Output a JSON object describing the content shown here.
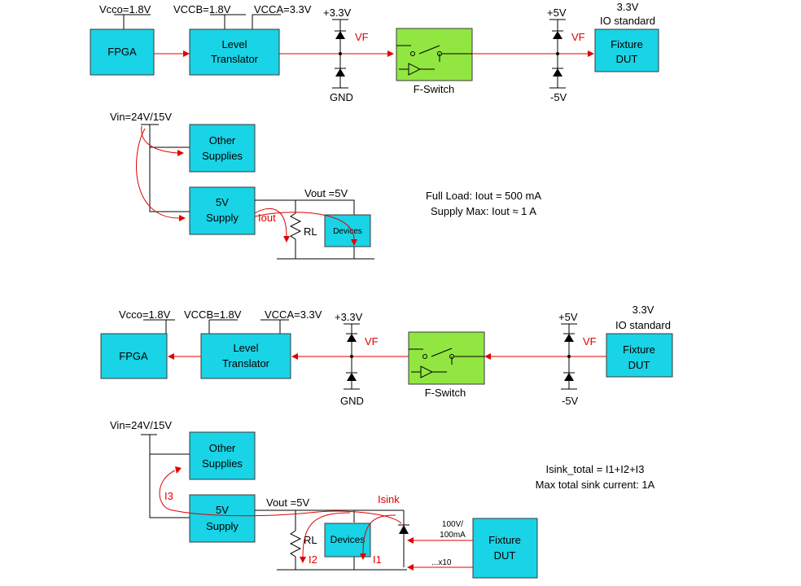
{
  "top": {
    "vcco": "Vcco=1.8V",
    "vccb": "VCCB=1.8V",
    "vcca": "VCCA=3.3V",
    "fpga": "FPGA",
    "level1": "Level",
    "level2": "Translator",
    "p33": "+3.3V",
    "gnd": "GND",
    "vf": "VF",
    "fswitch": "F-Switch",
    "p5": "+5V",
    "m5": "-5V",
    "io1": "3.3V",
    "io2": "IO standard",
    "dut1": "Fixture",
    "dut2": "DUT"
  },
  "supply_top": {
    "vin": "Vin=24V/15V",
    "other1": "Other",
    "other2": "Supplies",
    "sup1": "5V",
    "sup2": "Supply",
    "vout": "Vout =5V",
    "iout": "Iout",
    "rl": "RL",
    "devices": "Devices",
    "note1": "Full Load: Iout = 500 mA",
    "note2": "Supply Max: Iout ≈ 1 A"
  },
  "bottom": {
    "vcco": "Vcco=1.8V",
    "vccb": "VCCB=1.8V",
    "vcca": "VCCA=3.3V",
    "fpga": "FPGA",
    "level1": "Level",
    "level2": "Translator",
    "p33": "+3.3V",
    "gnd": "GND",
    "vf": "VF",
    "fswitch": "F-Switch",
    "p5": "+5V",
    "m5": "-5V",
    "io1": "3.3V",
    "io2": "IO standard",
    "dut1": "Fixture",
    "dut2": "DUT"
  },
  "supply_bottom": {
    "vin": "Vin=24V/15V",
    "other1": "Other",
    "other2": "Supplies",
    "sup1": "5V",
    "sup2": "Supply",
    "vout": "Vout =5V",
    "isink": "Isink",
    "i3": "I3",
    "i2": "I2",
    "i1": "I1",
    "rl": "RL",
    "devices": "Devices",
    "rating1": "100V/",
    "rating2": "100mA",
    "x10": "...x10",
    "dut1": "Fixture",
    "dut2": "DUT",
    "note1": "Isink_total = I1+I2+I3",
    "note2": "Max total sink current: 1A"
  }
}
